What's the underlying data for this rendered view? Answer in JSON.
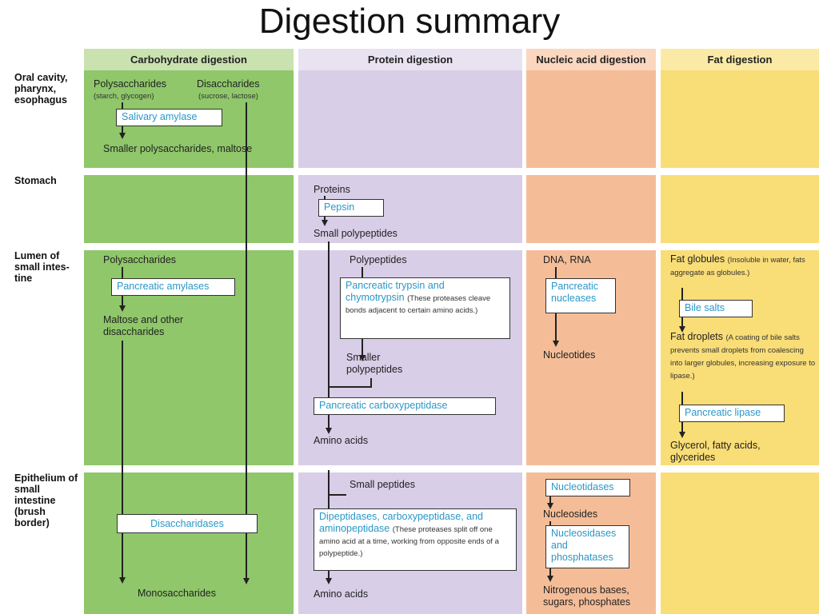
{
  "title": "Digestion summary",
  "columns": {
    "carb": "Carbohydrate digestion",
    "prot": "Protein digestion",
    "nuc": "Nucleic acid digestion",
    "fat": "Fat digestion"
  },
  "rows": {
    "oral": "Oral cavity, pharynx, esophagus",
    "stomach": "Stomach",
    "lumen": "Lumen of small intes-tine",
    "epithelium": "Epithelium of small intestine (brush border)"
  },
  "colors": {
    "carbohydrate": "#8fc76a",
    "protein": "#d8cee7",
    "nucleic_acid": "#f4bd98",
    "fat": "#f9dd77",
    "enzyme_text": "#2a97c8"
  },
  "carb": {
    "polysaccharides": "Polysaccharides",
    "polysaccharides_note": "(starch, glycogen)",
    "disaccharides": "Disaccharides",
    "disaccharides_note": "(sucrose, lactose)",
    "salivary_amylase": "Salivary amylase",
    "smaller_polysaccharides": "Smaller polysaccharides, maltose",
    "lumen_polysaccharides": "Polysaccharides",
    "pancreatic_amylases": "Pancreatic amylases",
    "maltose": "Maltose and other disaccharides",
    "disaccharidases": "Disaccharidases",
    "monosaccharides": "Monosaccharides"
  },
  "prot": {
    "proteins": "Proteins",
    "pepsin": "Pepsin",
    "small_polypeptides": "Small polypeptides",
    "polypeptides": "Polypeptides",
    "trypsin": "Pancreatic trypsin and chymotrypsin",
    "trypsin_note": "(These proteases cleave bonds adjacent to certain amino acids.)",
    "smaller_polypeptides": "Smaller polypeptides",
    "carboxypeptidase": "Pancreatic carboxypeptidase",
    "amino_acids_lumen": "Amino acids",
    "small_peptides": "Small peptides",
    "dipeptidases": "Dipeptidases, carboxypeptidase, and aminopeptidase",
    "dipeptidases_note": "(These proteases split off one amino acid at a time, working from opposite ends of a polypeptide.)",
    "amino_acids_epi": "Amino acids"
  },
  "nuc": {
    "dna_rna": "DNA, RNA",
    "nucleases": "Pancreatic nucleases",
    "nucleotides": "Nucleotides",
    "nucleotidases": "Nucleotidases",
    "nucleosides": "Nucleosides",
    "nucleosidases": "Nucleosidases and phosphatases",
    "bases": "Nitrogenous bases, sugars, phosphates"
  },
  "fat": {
    "globules": "Fat globules",
    "globules_note": "(Insoluble in water, fats aggregate as globules.)",
    "bile_salts": "Bile salts",
    "droplets": "Fat droplets",
    "droplets_note": "(A coating of bile salts prevents small droplets from coalescing into larger globules, increasing exposure to lipase.)",
    "lipase": "Pancreatic lipase",
    "products": "Glycerol, fatty acids, glycerides"
  }
}
